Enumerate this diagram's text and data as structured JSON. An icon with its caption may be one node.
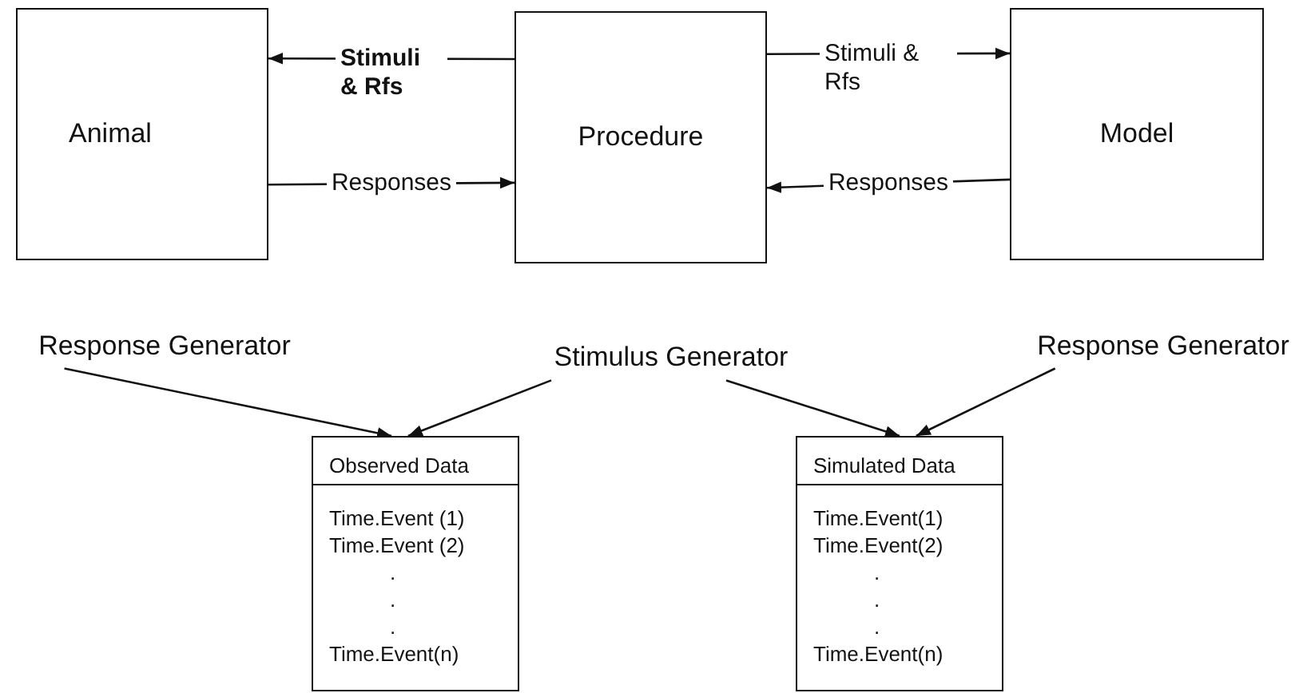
{
  "diagram": {
    "nodes": [
      {
        "text": [
          "Animal"
        ]
      },
      {
        "text": [
          "Procedure"
        ]
      },
      {
        "text": [
          "Model"
        ]
      },
      {
        "text": [
          "Response Generator"
        ]
      },
      {
        "text": [
          "Stimulus Generator"
        ]
      },
      {
        "text": [
          "Response Generator"
        ]
      },
      {
        "text": [
          "Observed Data",
          "Time.Event (1)",
          "Time.Event (2)",
          ".",
          ".",
          ".",
          "Time.Event(n)"
        ]
      },
      {
        "text": [
          "Simulated Data",
          "Time.Event(1)",
          "Time.Event(2)",
          ".",
          ".",
          ".",
          "Time.Event(n)"
        ]
      }
    ],
    "edges": [
      {
        "from": 1,
        "to": 0,
        "arrow": "to",
        "label": "Stimuli & Rfs"
      },
      {
        "from": 0,
        "to": 1,
        "arrow": "to",
        "label": "Responses"
      },
      {
        "from": 1,
        "to": 2,
        "arrow": "to",
        "label": "Stimuli & Rfs"
      },
      {
        "from": 2,
        "to": 1,
        "arrow": "to",
        "label": "Responses"
      },
      {
        "from": 3,
        "to": 6,
        "arrow": "to"
      },
      {
        "from": 4,
        "to": 6,
        "arrow": "to"
      },
      {
        "from": 4,
        "to": 7,
        "arrow": "to"
      },
      {
        "from": 5,
        "to": 7,
        "arrow": "to"
      }
    ]
  }
}
